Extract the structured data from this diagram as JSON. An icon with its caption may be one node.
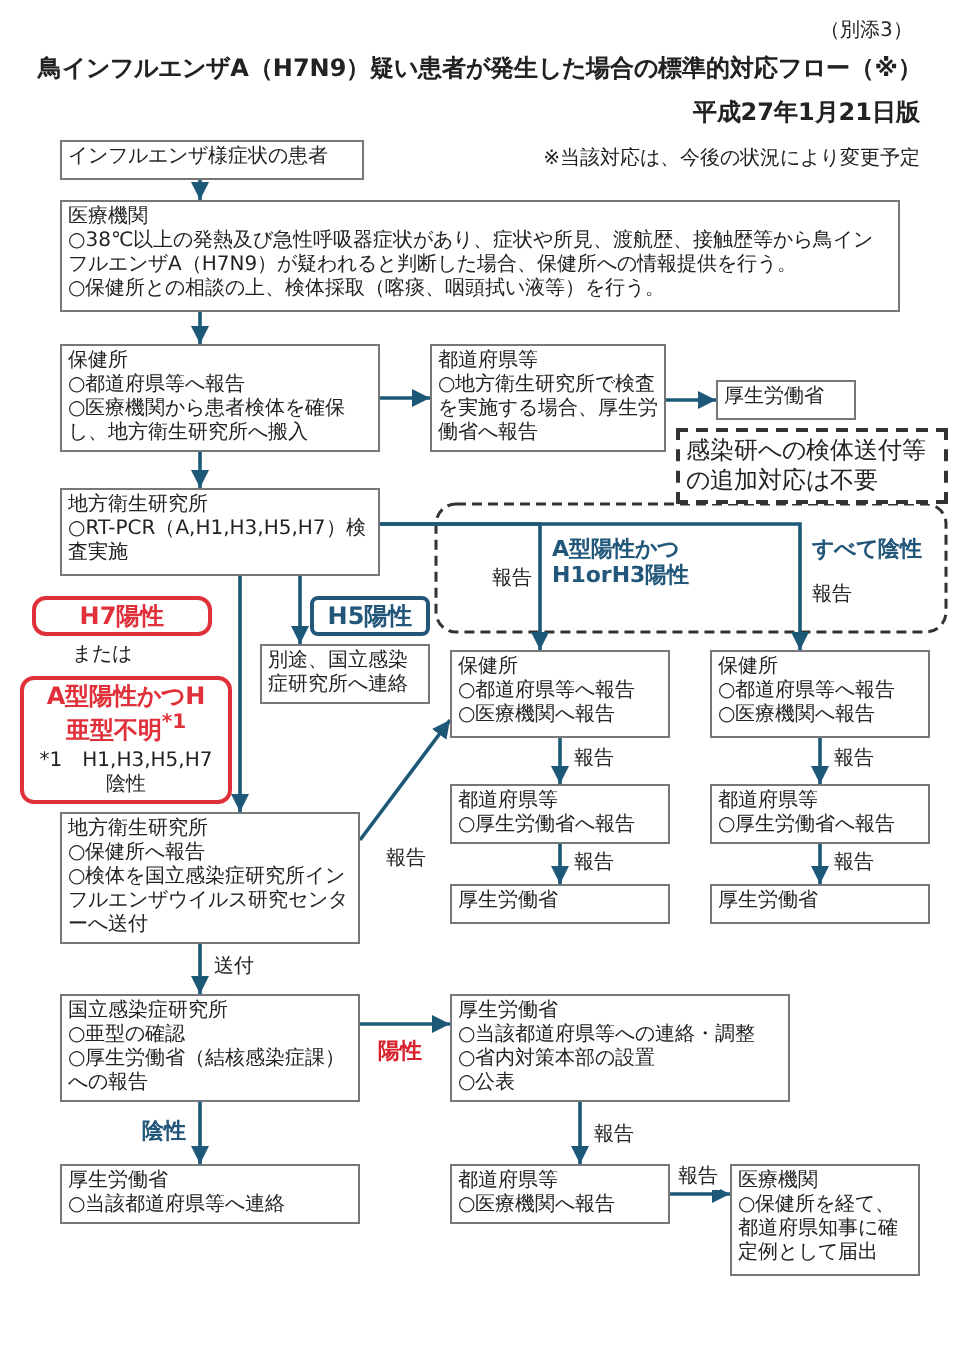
{
  "diagram": {
    "title": "鳥インフルエンザA（H7N9）疑い患者が発生した場合の標準的対応フロー（※）",
    "nodes": [
      {
        "text": [
          "インフルエンザ様症状の患者"
        ]
      },
      {
        "text": [
          "医療機関",
          "○38℃以上の発熱及び急性呼吸器症状があり、症状や所見、渡航歴、接触歴等から鳥インフルエンザA（H7N9）が疑われると判断した場合、保健所への情報提供を行う。",
          "○保健所との相談の上、検体採取（喀痰、咽頭拭い液等）を行う。"
        ]
      },
      {
        "text": [
          "保健所",
          "○都道府県等へ報告",
          "○医療機関から患者検体を確保し、地方衛生研究所へ搬入"
        ]
      },
      {
        "text": [
          "都道府県等",
          "○地方衛生研究所で検査を実施する場合、厚生労働省へ報告"
        ]
      },
      {
        "text": [
          "厚生労働省"
        ]
      },
      {
        "text": [
          "感染研への検体送付等の追加対応は不要"
        ]
      },
      {
        "text": [
          "地方衛生研究所",
          "○RT-PCR（A,H1,H3,H5,H7）検査実施"
        ]
      },
      {
        "text": [
          "H7陽性"
        ]
      },
      {
        "text": [
          "A型陽性かつH亜型不明$^{*1}$",
          "*1　H1,H3,H5,H7陰性"
        ]
      },
      {
        "text": [
          "H5陽性"
        ]
      },
      {
        "text": [
          "別途、国立感染症研究所へ連絡"
        ]
      },
      {
        "text": [
          "保健所",
          "○都道府県等へ報告",
          "○医療機関へ報告"
        ]
      },
      {
        "text": [
          "保健所",
          "○都道府県等へ報告",
          "○医療機関へ報告"
        ]
      },
      {
        "text": [
          "都道府県等",
          "○厚生労働省へ報告"
        ]
      },
      {
        "text": [
          "都道府県等",
          "○厚生労働省へ報告"
        ]
      },
      {
        "text": [
          "厚生労働省"
        ]
      },
      {
        "text": [
          "厚生労働省"
        ]
      },
      {
        "text": [
          "地方衛生研究所",
          "○保健所へ報告",
          "○検体を国立感染症研究所インフルエンザウイルス研究センターへ送付"
        ]
      },
      {
        "text": [
          "国立感染症研究所",
          "○亜型の確認",
          "○厚生労働省（結核感染症課）への報告"
        ]
      },
      {
        "text": [
          "厚生労働省",
          "○当該都道府県等への連絡・調整",
          "○省内対策本部の設置",
          "○公表"
        ]
      },
      {
        "text": [
          "厚生労働省",
          "○当該都道府県等へ連絡"
        ]
      },
      {
        "text": [
          "都道府県等",
          "○医療機関へ報告"
        ]
      },
      {
        "text": [
          "医療機関",
          "○保健所を経て、都道府県知事に確定例として届出"
        ]
      }
    ],
    "edges": [
      {
        "from": 0,
        "to": 1,
        "arrow": "to"
      },
      {
        "from": 1,
        "to": 2,
        "arrow": "to"
      },
      {
        "from": 2,
        "to": 3,
        "arrow": "to"
      },
      {
        "from": 3,
        "to": 4,
        "arrow": "to"
      },
      {
        "from": 2,
        "to": 6,
        "arrow": "to"
      },
      {
        "from": 6,
        "to": 11,
        "arrow": "to",
        "label": "報告"
      },
      {
        "from": 6,
        "to": 12,
        "arrow": "to",
        "label": "報告"
      },
      {
        "from": 6,
        "to": 10,
        "arrow": "to"
      },
      {
        "from": 6,
        "to": 17,
        "arrow": "to"
      },
      {
        "from": 17,
        "to": 11,
        "arrow": "to",
        "label": "報告"
      },
      {
        "from": 11,
        "to": 13,
        "arrow": "to",
        "label": "報告"
      },
      {
        "from": 13,
        "to": 15,
        "arrow": "to",
        "label": "報告"
      },
      {
        "from": 12,
        "to": 14,
        "arrow": "to",
        "label": "報告"
      },
      {
        "from": 14,
        "to": 16,
        "arrow": "to",
        "label": "報告"
      },
      {
        "from": 17,
        "to": 18,
        "arrow": "to",
        "label": "送付"
      },
      {
        "from": 18,
        "to": 19,
        "arrow": "to",
        "label": "陽性"
      },
      {
        "from": 18,
        "to": 20,
        "arrow": "to",
        "label": "陰性"
      },
      {
        "from": 19,
        "to": 21,
        "arrow": "to",
        "label": "報告"
      },
      {
        "from": 21,
        "to": 22,
        "arrow": "to",
        "label": "報告"
      }
    ],
    "labels": [
      "（別添3）",
      "平成27年1月21日版",
      "※当該対応は、今後の状況により変更予定",
      "A型陽性かつH1orH3陽性",
      "すべて陰性",
      "または"
    ]
  }
}
